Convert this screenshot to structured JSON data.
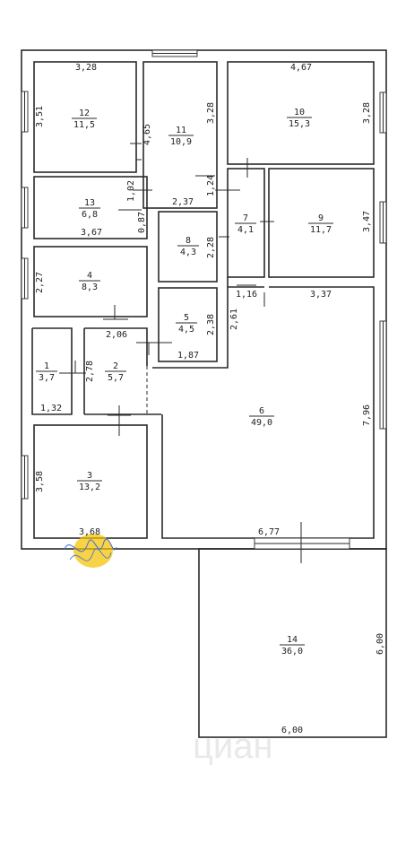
{
  "watermark": "циан",
  "rooms": [
    {
      "id": "1",
      "number": "1",
      "area": "3,7"
    },
    {
      "id": "2",
      "number": "2",
      "area": "5,7"
    },
    {
      "id": "3",
      "number": "3",
      "area": "13,2"
    },
    {
      "id": "4",
      "number": "4",
      "area": "8,3"
    },
    {
      "id": "5",
      "number": "5",
      "area": "4,5"
    },
    {
      "id": "6",
      "number": "6",
      "area": "49,0"
    },
    {
      "id": "7",
      "number": "7",
      "area": "4,1"
    },
    {
      "id": "8",
      "number": "8",
      "area": "4,3"
    },
    {
      "id": "9",
      "number": "9",
      "area": "11,7"
    },
    {
      "id": "10",
      "number": "10",
      "area": "15,3"
    },
    {
      "id": "11",
      "number": "11",
      "area": "10,9"
    },
    {
      "id": "12",
      "number": "12",
      "area": "11,5"
    },
    {
      "id": "13",
      "number": "13",
      "area": "6,8"
    },
    {
      "id": "14",
      "number": "14",
      "area": "36,0"
    }
  ],
  "dimensions": {
    "r12_top": "3,28",
    "r12_left": "3,51",
    "r11_left": "4,65",
    "r11_right": "3,28",
    "r10_top": "4,67",
    "r10_right": "3,28",
    "r13_left": "1,02",
    "r13_bottom": "3,67",
    "r13_right": "0,87",
    "r11_bottom": "2,37",
    "r7_left": "1,24",
    "r8_right": "2,28",
    "r9_right": "3,47",
    "r4_left": "2,27",
    "r7_bottom": "1,16",
    "r9_bottom": "3,37",
    "r5_right": "2,38",
    "r5_outer": "2,61",
    "r2_top": "2,06",
    "r2_left": "2,78",
    "r5_bottom": "1,87",
    "r1_bottom": "1,32",
    "r6_right": "7,96",
    "r3_left": "3,58",
    "r3_bottom": "3,68",
    "r6_bottom": "6,77",
    "r14_right": "6,00",
    "r14_bottom": "6,00"
  }
}
